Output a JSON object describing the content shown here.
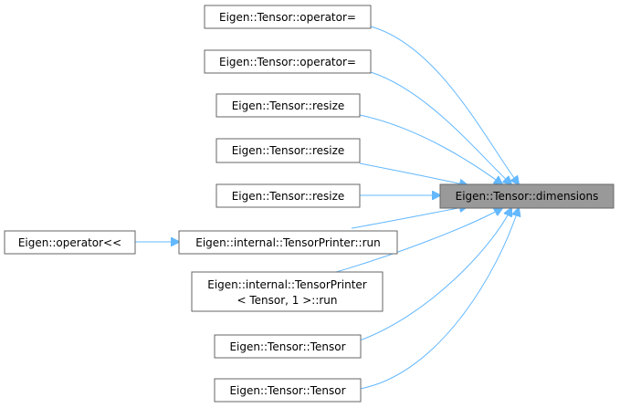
{
  "graph": {
    "focus": {
      "label": "Eigen::Tensor::dimensions"
    },
    "callers": [
      {
        "label": "Eigen::Tensor::operator="
      },
      {
        "label": "Eigen::Tensor::operator="
      },
      {
        "label": "Eigen::Tensor::resize"
      },
      {
        "label": "Eigen::Tensor::resize"
      },
      {
        "label": "Eigen::Tensor::resize"
      },
      {
        "label": "Eigen::internal::TensorPrinter::run"
      },
      {
        "label_line1": "Eigen::internal::TensorPrinter",
        "label_line2": "< Tensor, 1 >::run"
      },
      {
        "label": "Eigen::Tensor::Tensor"
      },
      {
        "label": "Eigen::Tensor::Tensor"
      }
    ],
    "outer_caller": {
      "label": "Eigen::operator<<"
    },
    "colors": {
      "edge": "#63b8ff",
      "node_border": "#666666",
      "focus_fill": "#999999",
      "node_fill": "#ffffff"
    }
  }
}
